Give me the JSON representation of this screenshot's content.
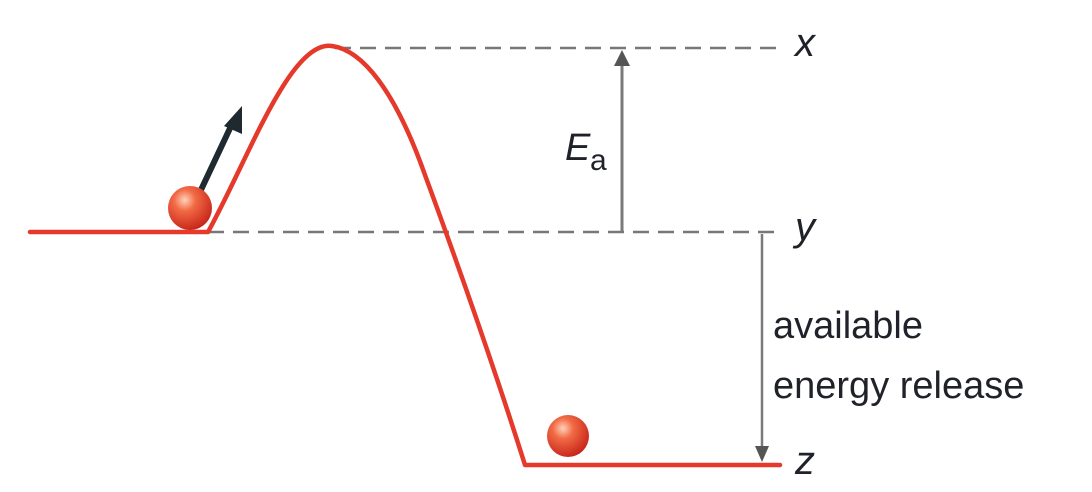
{
  "labels": {
    "level_x": "x",
    "level_y": "y",
    "level_z": "z",
    "activation_energy_symbol": "E",
    "activation_energy_subscript": "a",
    "release_line_1": "available",
    "release_line_2": "energy release"
  },
  "colors": {
    "curve": "#e4392b",
    "ball": "#e8452f",
    "dashed_line": "#777777",
    "arrow_gray": "#7a7a7a",
    "arrow_dark": "#1f2a30",
    "text": "#1f2228"
  }
}
